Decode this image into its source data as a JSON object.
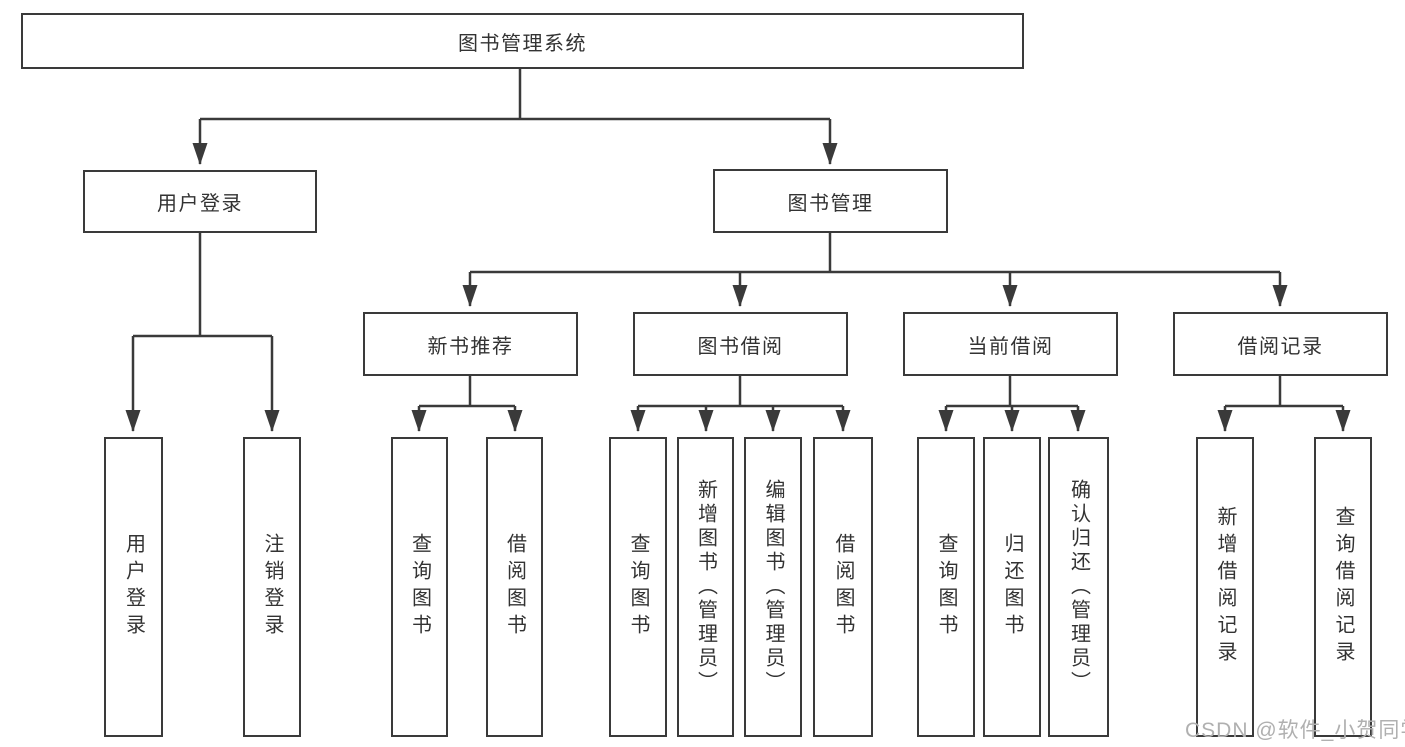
{
  "colors": {
    "line": "#3a3a3a",
    "text": "#333333",
    "box_fill": "#ffffff",
    "watermark": "#b0b0b0"
  },
  "diagram": {
    "root": {
      "label": "图书管理系统"
    },
    "branches": [
      {
        "label": "用户登录",
        "leaves": [
          {
            "label": "用户登录"
          },
          {
            "label": "注销登录"
          }
        ]
      },
      {
        "label": "图书管理",
        "groups": [
          {
            "label": "新书推荐",
            "leaves": [
              {
                "label": "查询图书"
              },
              {
                "label": "借阅图书"
              }
            ]
          },
          {
            "label": "图书借阅",
            "leaves": [
              {
                "label": "查询图书"
              },
              {
                "label": "新增图书（管理员）"
              },
              {
                "label": "编辑图书（管理员）"
              },
              {
                "label": "借阅图书"
              }
            ]
          },
          {
            "label": "当前借阅",
            "leaves": [
              {
                "label": "查询图书"
              },
              {
                "label": "归还图书"
              },
              {
                "label": "确认归还（管理员）"
              }
            ]
          },
          {
            "label": "借阅记录",
            "leaves": [
              {
                "label": "新增借阅记录"
              },
              {
                "label": "查询借阅记录"
              }
            ]
          }
        ]
      }
    ]
  },
  "watermark": {
    "text": "CSDN @软件_小贺同学"
  }
}
